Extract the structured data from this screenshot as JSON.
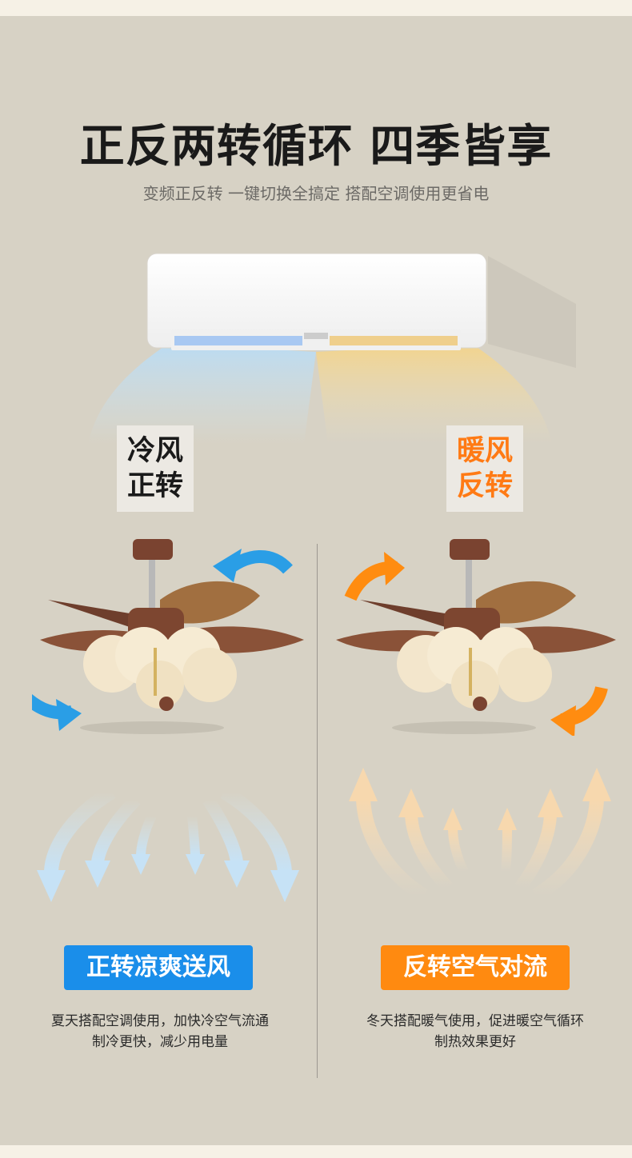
{
  "header": {
    "title": "正反两转循环 四季皆享",
    "subtitle": "变频正反转 一键切换全搞定 搭配空调使用更省电"
  },
  "modes": {
    "cold": {
      "label_line1": "冷风",
      "label_line2": "正转",
      "pill": "正转凉爽送风",
      "desc_line1": "夏天搭配空调使用，加快冷空气流通",
      "desc_line2": "制冷更快，减少用电量",
      "color": "#1a8eea"
    },
    "warm": {
      "label_line1": "暖风",
      "label_line2": "反转",
      "pill": "反转空气对流",
      "desc_line1": "冬天搭配暖气使用，促进暖空气循环",
      "desc_line2": "制热效果更好",
      "color": "#ff8a10"
    }
  },
  "icons": {
    "ac_unit": "air-conditioner",
    "fan": "ceiling-fan-with-lights",
    "cold_arrow": "curved-arrow-blue",
    "warm_arrow": "curved-arrow-orange"
  }
}
